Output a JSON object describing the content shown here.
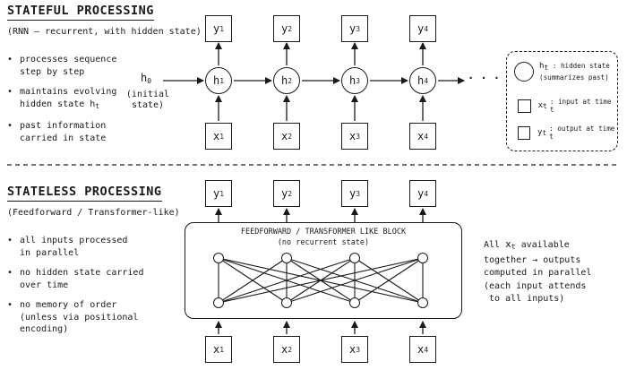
{
  "stateful": {
    "title": "STATEFUL PROCESSING",
    "subtitle": "(RNN – recurrent, with hidden state)",
    "bullets": [
      [
        "processes sequence",
        "step by step"
      ],
      [
        "maintains evolving",
        "hidden state h",
        "t"
      ],
      [
        "past information",
        "carried in state"
      ]
    ],
    "outputs": [
      "y",
      "y",
      "y",
      "y"
    ],
    "hidden": [
      "h",
      "h",
      "h",
      "h"
    ],
    "inputs": [
      "x",
      "x",
      "x",
      "x"
    ],
    "subs": [
      "1",
      "2",
      "3",
      "4"
    ],
    "h0_label": "h",
    "h0_sub": "0",
    "initial_label": [
      "(initial",
      "state)"
    ],
    "ellipsis": "· · ·"
  },
  "legend": {
    "hidden_sym": "h",
    "hidden_sub": "t",
    "hidden_text": ": hidden state",
    "hidden_text2": "(summarizes past)",
    "input_sym": "x",
    "input_sub": "t",
    "input_text": ": input at time t",
    "output_sym": "y",
    "output_sub": "t",
    "output_text": ": output at time t"
  },
  "stateless": {
    "title": "STATELESS PROCESSING",
    "subtitle": "(Feedforward / Transformer-like)",
    "bullets": [
      [
        "all inputs processed",
        "in parallel"
      ],
      [
        "no hidden state carried",
        "over time"
      ],
      [
        "no memory of order",
        "(unless via positional",
        "encoding)"
      ]
    ],
    "block_title": "FEEDFORWARD / TRANSFORMER LIKE BLOCK",
    "block_sub": "(no recurrent state)",
    "outputs": [
      "y",
      "y",
      "y",
      "y"
    ],
    "inputs": [
      "x",
      "x",
      "x",
      "x"
    ],
    "subs": [
      "1",
      "2",
      "3",
      "4"
    ],
    "note_sym": "x",
    "note_sub": "t",
    "note": [
      "All",
      "available",
      "together → outputs",
      "computed in parallel",
      "(each input attends",
      "to all inputs)"
    ]
  }
}
